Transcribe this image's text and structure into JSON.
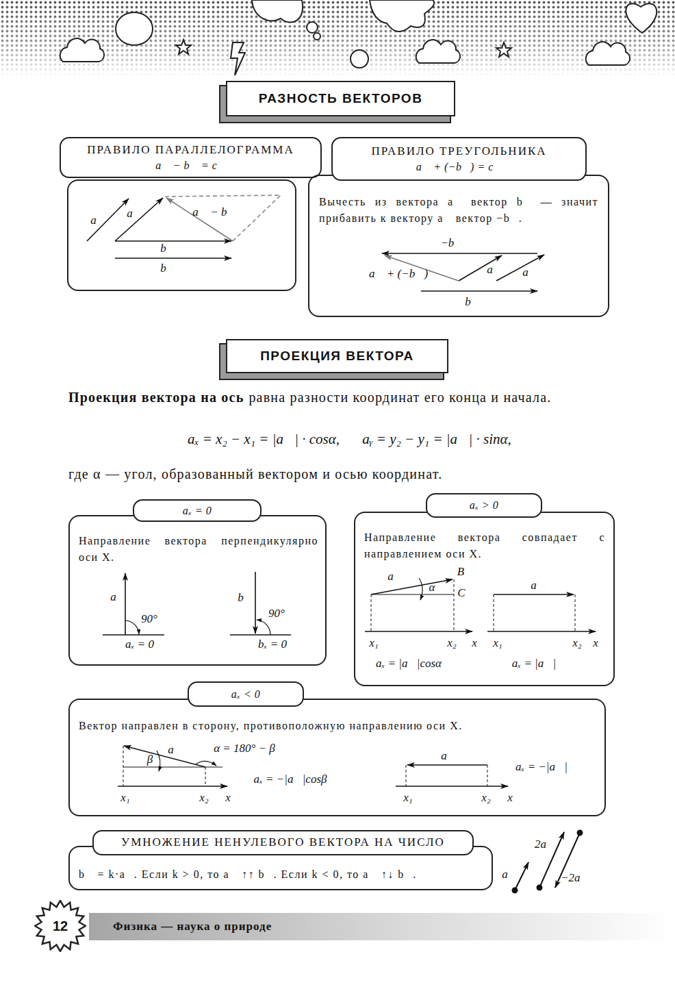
{
  "diagram": {
    "nodes": [
      {
        "text": [
          "РАЗНОСТЬ ВЕКТОРОВ"
        ]
      },
      {
        "text": [
          "ПРАВИЛО ПАРАЛЛЕЛОГРАММА",
          "a⃗ − b⃗ = c⃗"
        ]
      },
      {
        "text": [
          "ПРАВИЛО ТРЕУГОЛЬНИКА",
          "a⃗ + (−b⃗) = c⃗",
          "Вычесть из вектора a⃗ вектор b⃗ — значит прибавить к вектору a⃗ вектор −b⃗."
        ]
      },
      {
        "text": [
          "ПРОЕКЦИЯ ВЕКТОРА"
        ]
      },
      {
        "text": [
          "aₓ = 0",
          "Направление вектора перпендику­лярно оси X."
        ]
      },
      {
        "text": [
          "aₓ > 0",
          "Направление вектора совпадает с направлением оси X."
        ]
      },
      {
        "text": [
          "aₓ < 0",
          "Вектор направлен в сторону, противоположную направлению оси X."
        ]
      },
      {
        "text": [
          "УМНОЖЕНИЕ НЕНУЛЕВОГО ВЕКТОРА НА ЧИСЛО",
          "b⃗ = k·a⃗. Если k > 0, то a⃗ ↑↑ b⃗. Если k < 0, то a⃗ ↑↓ b⃗."
        ]
      },
      {
        "text": [
          "12"
        ]
      },
      {
        "text": [
          "Физика — наука о природе"
        ]
      }
    ],
    "labels": [
      "a⃗",
      "a⃗",
      "a⃗ − b⃗",
      "b⃗",
      "b⃗",
      "−b⃗",
      "a⃗ + (−b⃗)",
      "a⃗",
      "a⃗",
      "b⃗",
      "Проекция вектора на ось",
      "равна разности координат его конца и начала.",
      "aₓ = x₂ − x₁ = |a⃗| · cosα,",
      "aᵧ = y₂ − y₁ = |a⃗| · sinα,",
      "где α — угол, образованный вектором и осью координат.",
      "a⃗",
      "90°",
      "aₓ = 0",
      "b⃗",
      "90°",
      "bₓ = 0",
      "a⃗",
      "B",
      "α",
      "C",
      "x₁",
      "x₂",
      "x",
      "aₓ = |a⃗|cosα",
      "a⃗",
      "x₁",
      "x₂",
      "x",
      "aₓ = |a⃗|",
      "β",
      "a⃗",
      "α = 180° − β",
      "x₁",
      "x₂",
      "x",
      "aₓ = −|a⃗|cosβ",
      "a⃗",
      "x₁",
      "x₂",
      "x",
      "aₓ = −|a⃗|",
      "a⃗",
      "2a⃗",
      "−2a⃗"
    ]
  }
}
